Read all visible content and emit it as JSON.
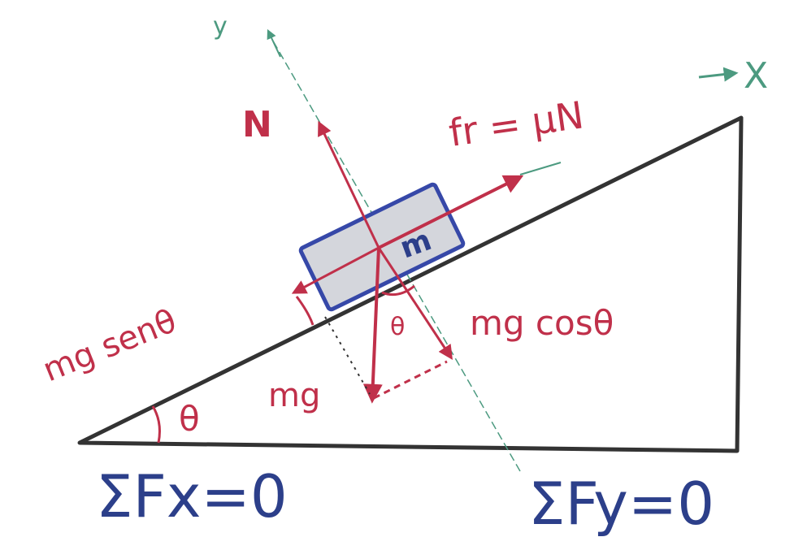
{
  "labels": {
    "normal": "N",
    "friction": "fr = μN",
    "axis_x": "X",
    "axis_y": "y",
    "mass": "m",
    "weight": "mg",
    "weight_parallel": "mg senθ",
    "weight_perp": "mg cosθ",
    "theta_block": "θ",
    "theta_incline": "θ",
    "sum_fx": "ΣFx=0",
    "sum_fy": "ΣFy=0"
  },
  "colors": {
    "force": "#c0304a",
    "block_fill": "#d4d6dc",
    "block_edge": "#3648a8",
    "incline": "#333333",
    "axis": "#4c9a80",
    "equation": "#2c3f8a"
  }
}
